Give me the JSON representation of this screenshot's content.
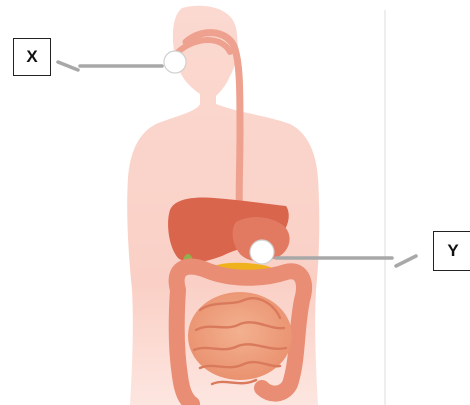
{
  "labels": {
    "x": "X",
    "y": "Y"
  },
  "colors": {
    "body": "#fbd5cc",
    "esophagus": "#f0a190",
    "liver": "#d9644c",
    "stomach": "#e07a63",
    "pancreas": "#f0b21c",
    "intestine": "#ec9a78",
    "large_intestine": "#e88d74",
    "pointer": "#a8a8a8"
  },
  "icons": [
    "human-torso",
    "digestive-system"
  ]
}
